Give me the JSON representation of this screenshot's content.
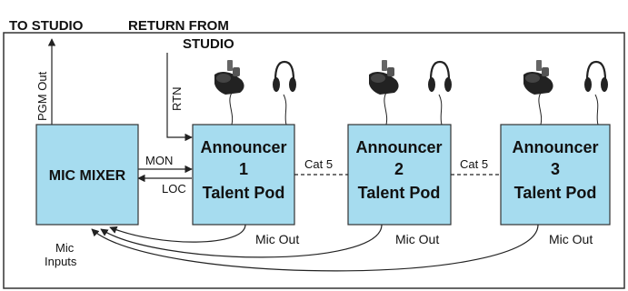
{
  "colors": {
    "box_fill": "#a6dcef",
    "frame": "#333333",
    "line": "#222222",
    "text": "#111111",
    "icon_dark": "#222222",
    "icon_mid": "#666666"
  },
  "labels": {
    "to_studio": "TO STUDIO",
    "return_line1": "RETURN FROM",
    "return_line2": "STUDIO",
    "pgm_out": "PGM Out",
    "rtn": "RTN",
    "mon": "MON",
    "loc": "LOC",
    "mic_inputs_line1": "Mic",
    "mic_inputs_line2": "Inputs",
    "cat5": "Cat 5",
    "mic_out": "Mic Out"
  },
  "mixer": {
    "title": "MIC MIXER"
  },
  "pods": [
    {
      "line1": "Announcer",
      "line2": "1",
      "line3": "Talent Pod",
      "mic_icon": "microphone-icon",
      "headphone_icon": "headphones-icon"
    },
    {
      "line1": "Announcer",
      "line2": "2",
      "line3": "Talent Pod",
      "mic_icon": "microphone-icon",
      "headphone_icon": "headphones-icon"
    },
    {
      "line1": "Announcer",
      "line2": "3",
      "line3": "Talent Pod",
      "mic_icon": "microphone-icon",
      "headphone_icon": "headphones-icon"
    }
  ]
}
